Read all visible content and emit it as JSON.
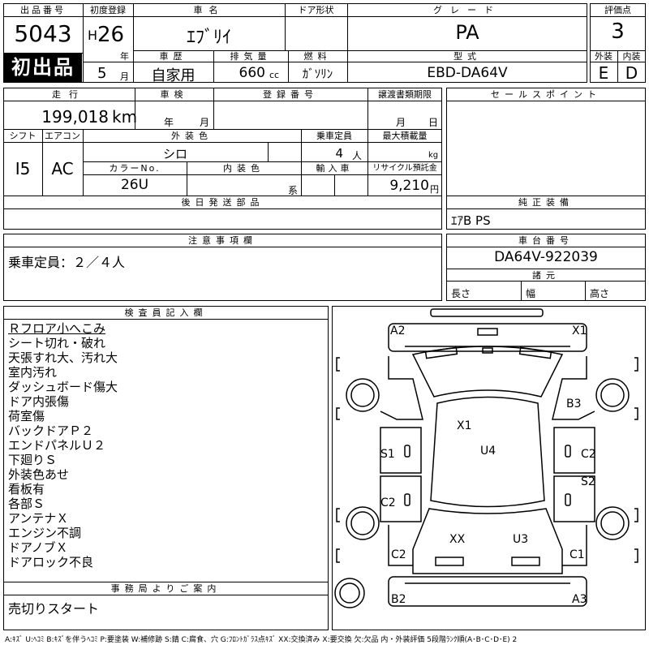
{
  "header": {
    "lot_label": "出品番号",
    "lot_no": "5043",
    "first_badge": "初出品",
    "reg_label": "初度登録",
    "era": "H",
    "reg_year": "26",
    "year_unit": "年",
    "reg_month": "5",
    "month_unit": "月",
    "name_label": "車名",
    "name": "ｴﾌﾞﾘｲ",
    "door_label": "ドア形状",
    "door": "",
    "grade_label": "グレード",
    "grade": "PA",
    "score_label": "評価点",
    "score": "3",
    "history_label": "車歴",
    "history": "自家用",
    "disp_label": "排気量",
    "disp": "660",
    "disp_unit": "cc",
    "fuel_label": "燃料",
    "fuel": "ｶﾞｿﾘﾝ",
    "model_label": "型式",
    "model": "EBD-DA64V",
    "ext_grade_label": "外装",
    "ext_grade": "E",
    "int_grade_label": "内装",
    "int_grade": "D"
  },
  "specs": {
    "mileage_label": "走行",
    "mileage": "199,018",
    "km_unit": "km",
    "inspection_label": "車検",
    "insp_year_unit": "年",
    "insp_month_unit": "月",
    "plate_label": "登録番号",
    "plate": "",
    "transfer_label": "譲渡書類期限",
    "transfer_month_unit": "月",
    "transfer_day_unit": "日",
    "shift_label": "シフト",
    "shift": "I5",
    "ac_label": "エアコン",
    "ac": "AC",
    "color_label": "外装色",
    "color": "シロ",
    "capacity_label": "乗車定員",
    "capacity": "4",
    "capacity_unit": "人",
    "load_label": "最大積載量",
    "load_unit": "kg",
    "color_no_label": "カラーNo.",
    "color_no": "26U",
    "int_color_label": "内装色",
    "int_color_unit": "系",
    "import_label": "輸入車",
    "recycle_label": "リサイクル預託金",
    "recycle": "9,210",
    "yen_unit": "円",
    "later_label": "後日発送部品",
    "sales_label": "セールスポイント",
    "equipment_label": "純正装備",
    "equipment": "ｴｱB PS"
  },
  "caution": {
    "label": "注意事項欄",
    "text": "乗車定員：２／４人"
  },
  "chassis": {
    "label": "車台番号",
    "number": "DA64V-922039",
    "dims_label": "諸元",
    "length_label": "長さ",
    "width_label": "幅",
    "height_label": "高さ"
  },
  "inspector": {
    "label": "検査員記入欄",
    "notes": [
      "Ｒフロア小へこみ",
      "シート切れ・破れ",
      "天張すれ大、汚れ大",
      "室内汚れ",
      "ダッシュボード傷大",
      "ドア内張傷",
      "荷室傷",
      "バックドアＰ２",
      "エンドパネルＵ２",
      "下廻りＳ",
      "外装色あせ",
      "看板有",
      "各部Ｓ",
      "アンテナＸ",
      "エンジン不調",
      "ドアノブＸ",
      "ドアロック不良"
    ]
  },
  "office": {
    "label": "事務局よりご案内",
    "text": "売切りスタート"
  },
  "diagram": {
    "marks": [
      "A2",
      "X1",
      "B3",
      "X1",
      "U4",
      "S1",
      "C2",
      "S2",
      "C2",
      "XX",
      "U3",
      "C2",
      "C1",
      "B2",
      "A3"
    ]
  },
  "legend": "A:ｷｽﾞ U:ﾍｺﾐ B:ｷｽﾞを伴うﾍｺﾐ P:要塗装 W:補修跡 S:錆 C:腐食、穴 G:ﾌﾛﾝﾄｶﾞﾗｽ点ｷｽﾞ XX:交換済み X:要交換 欠:欠品 内・外装評価 5段階ﾗﾝｸ順(A･B･C･D･E) 2"
}
